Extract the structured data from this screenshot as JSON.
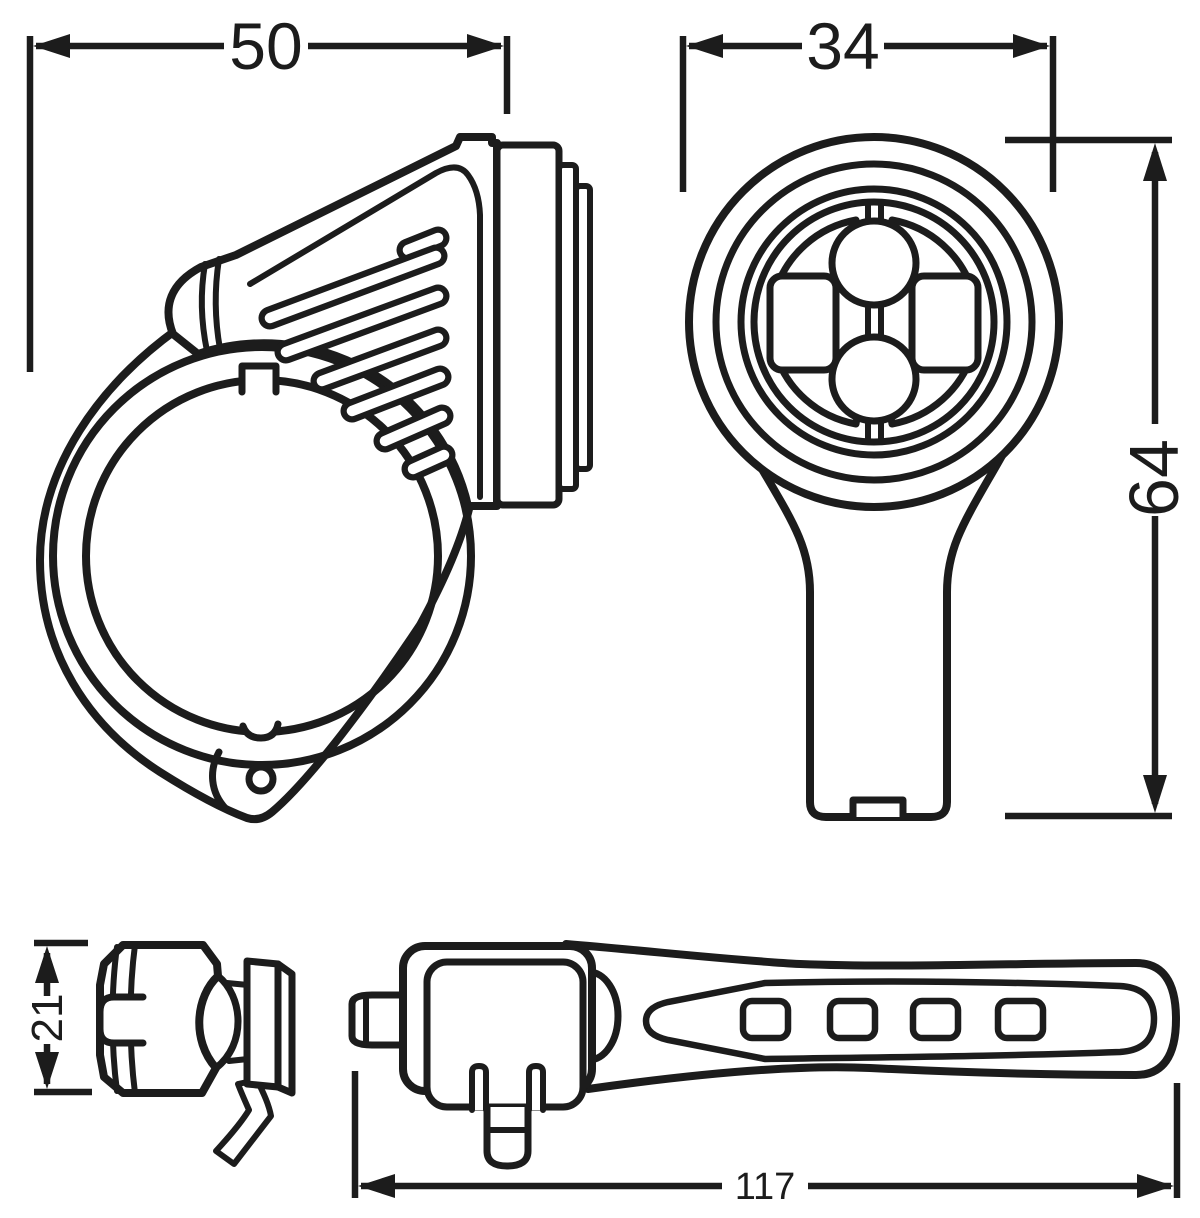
{
  "diagram": {
    "type": "technical-dimension-drawing",
    "subject": "bicycle light, four orthographic views",
    "colors": {
      "line": "#1c1c1c",
      "background": "#ffffff"
    },
    "dimensions": {
      "side_view_width": "50",
      "front_view_width": "34",
      "front_view_height": "64",
      "top_view_height": "21",
      "strap_view_length": "117"
    }
  }
}
